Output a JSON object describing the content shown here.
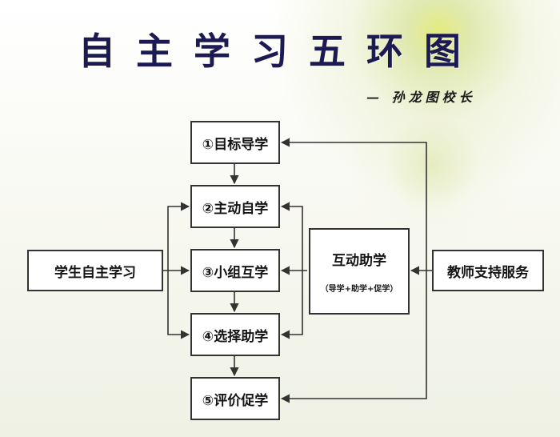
{
  "title": "自主学习五环图",
  "author": "— 孙龙图校长",
  "diagram": {
    "left_node": "学生自主学习",
    "steps": [
      "①目标导学",
      "②主动自学",
      "③小组互学",
      "④选择助学",
      "⑤评价促学"
    ],
    "hub": {
      "label": "互动助学",
      "sublabel": "（导学+助学+促学）"
    },
    "right_node": "教师支持服务"
  },
  "colors": {
    "title": "#1c1a52",
    "line": "#333333",
    "box_fill": "#ffffff"
  }
}
